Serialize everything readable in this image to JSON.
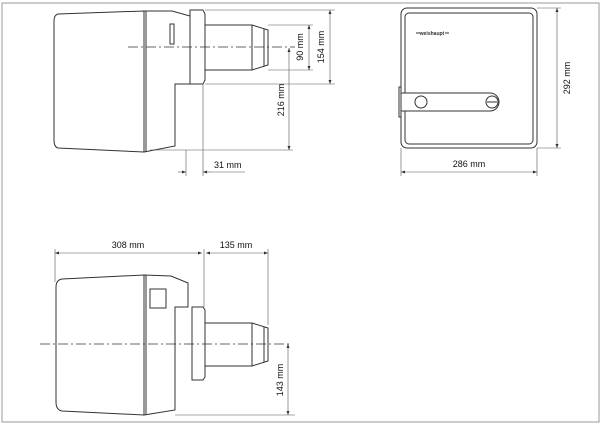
{
  "views": {
    "side_top": {
      "dims": {
        "flange_height": "154 mm",
        "tube_diameter": "90 mm",
        "axis_to_bottom": "216 mm",
        "flange_offset": "31 mm"
      }
    },
    "front": {
      "logo": "weishaupt",
      "dims": {
        "height": "292 mm",
        "width": "286 mm"
      }
    },
    "side_bottom": {
      "dims": {
        "body_length": "308 mm",
        "tube_length": "135 mm",
        "axis_to_bottom": "143 mm"
      }
    }
  },
  "colors": {
    "line": "#333333",
    "frame": "#999999"
  }
}
